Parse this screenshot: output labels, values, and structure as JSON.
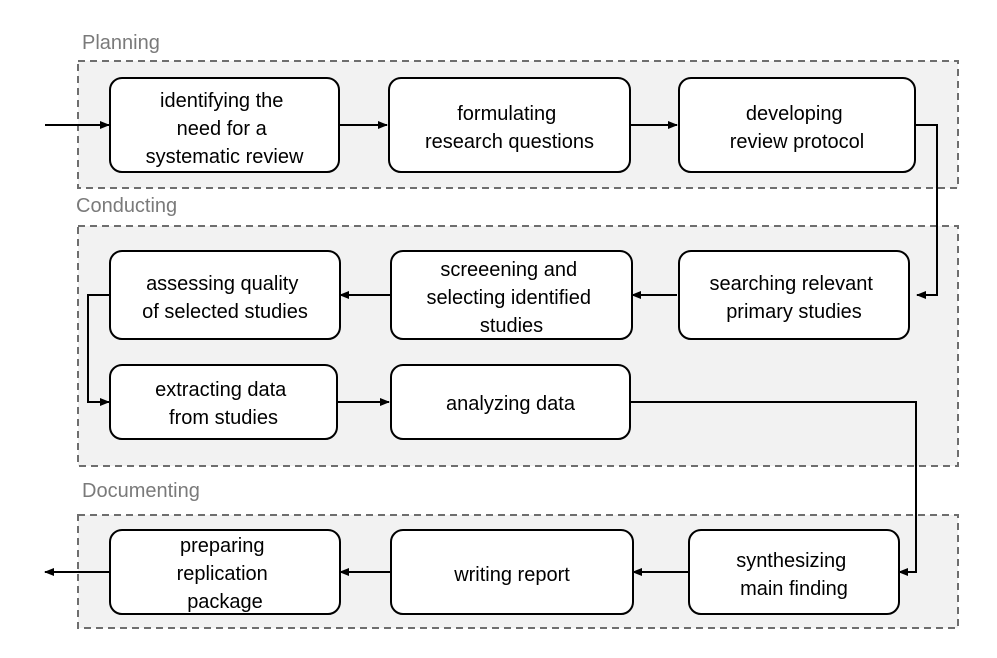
{
  "phases": {
    "planning": "Planning",
    "conducting": "Conducting",
    "documenting": "Documenting"
  },
  "steps": {
    "identify_need": [
      "identifying the",
      "need for a",
      "systematic review"
    ],
    "formulate_questions": [
      "formulating",
      "research questions"
    ],
    "develop_protocol": [
      "developing",
      "review protocol"
    ],
    "search_studies": [
      "searching relevant",
      "primary studies"
    ],
    "screen_select": [
      "screeening and",
      "selecting identified",
      "studies"
    ],
    "assess_quality": [
      "assessing quality",
      "of selected studies"
    ],
    "extract_data": [
      "extracting data",
      "from studies"
    ],
    "analyze_data": [
      "analyzing data"
    ],
    "synthesize": [
      "synthesizing",
      "main finding"
    ],
    "write_report": [
      "writing report"
    ],
    "prepare_package": [
      "preparing",
      "replication",
      "package"
    ]
  },
  "colors": {
    "phase_fill": "#f2f2f2",
    "phase_border": "#6e6e6e",
    "label": "#7a7a7a",
    "box_border": "#000000",
    "box_fill": "#ffffff"
  }
}
